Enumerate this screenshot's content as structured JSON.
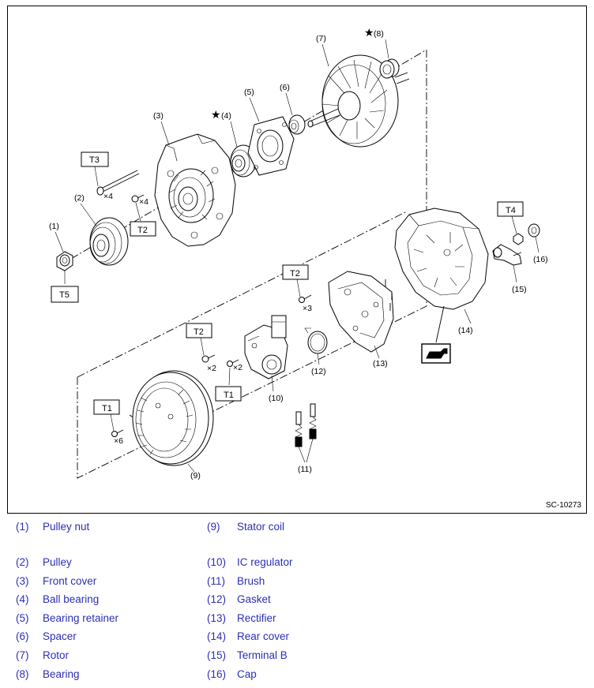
{
  "diagram": {
    "code": "SC-10273",
    "callouts": {
      "c1": "(1)",
      "c2": "(2)",
      "c3": "(3)",
      "c4": "(4)",
      "c5": "(5)",
      "c6": "(6)",
      "c7": "(7)",
      "c8": "(8)",
      "c9": "(9)",
      "c10": "(10)",
      "c11": "(11)",
      "c12": "(12)",
      "c13": "(13)",
      "c14": "(14)",
      "c15": "(15)",
      "c16": "(16)"
    },
    "torque_boxes": {
      "t3": "T3",
      "t2_front": "T2",
      "t5": "T5",
      "t4": "T4",
      "t2_rect": "T2",
      "t2_reg": "T2",
      "t1_reg": "T1",
      "t1_stator": "T1"
    },
    "quantities": {
      "q_t3": "×4",
      "q_t2_front": "×4",
      "q_t2_rect": "×3",
      "q_t2_reg": "×2",
      "q_t1_reg": "×2",
      "q_t1_stator": "×6"
    },
    "star_symbol": "★"
  },
  "legend": {
    "left": [
      {
        "num": "(1)",
        "name": "Pulley nut"
      },
      {
        "num": "(2)",
        "name": "Pulley"
      },
      {
        "num": "(3)",
        "name": "Front cover"
      },
      {
        "num": "(4)",
        "name": "Ball bearing"
      },
      {
        "num": "(5)",
        "name": "Bearing retainer"
      },
      {
        "num": "(6)",
        "name": "Spacer"
      },
      {
        "num": "(7)",
        "name": "Rotor"
      },
      {
        "num": "(8)",
        "name": "Bearing"
      }
    ],
    "right": [
      {
        "num": "(9)",
        "name": "Stator coil"
      },
      {
        "num": "(10)",
        "name": "IC regulator"
      },
      {
        "num": "(11)",
        "name": "Brush"
      },
      {
        "num": "(12)",
        "name": "Gasket"
      },
      {
        "num": "(13)",
        "name": "Rectifier"
      },
      {
        "num": "(14)",
        "name": "Rear cover"
      },
      {
        "num": "(15)",
        "name": "Terminal B"
      },
      {
        "num": "(16)",
        "name": "Cap"
      }
    ],
    "text_color": "#2b2fb3"
  }
}
